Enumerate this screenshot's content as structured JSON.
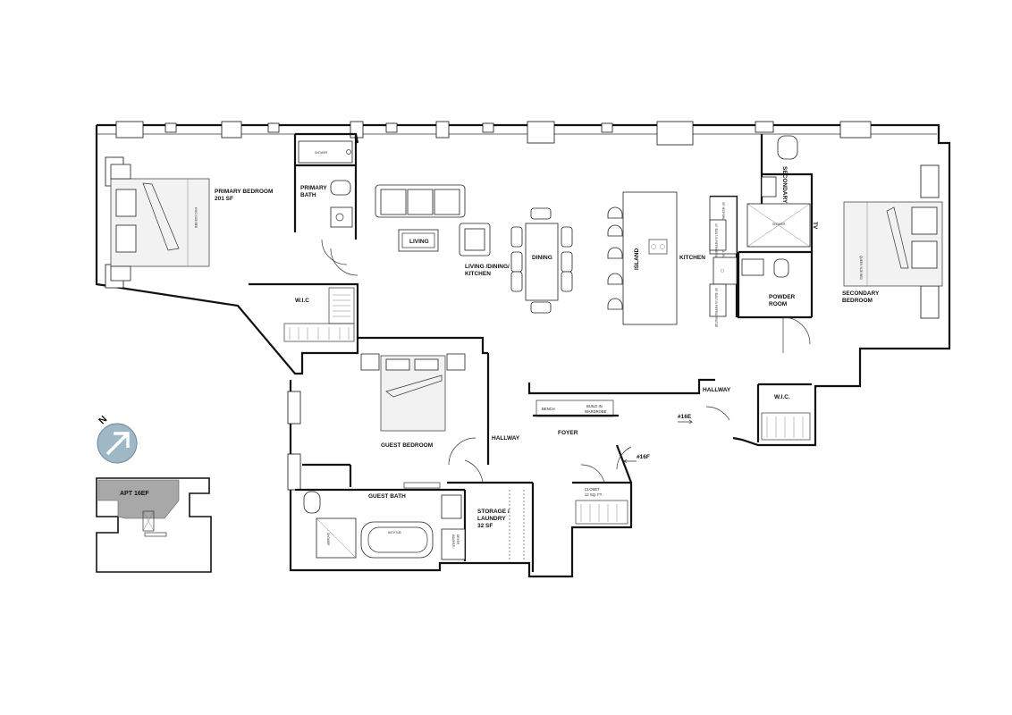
{
  "rooms": {
    "primary_bedroom": "PRIMARY BEDROOM",
    "primary_bedroom_area": "201 SF",
    "primary_bath_1": "PRIMARY",
    "primary_bath_2": "BATH",
    "primary_shower": "SHOWER",
    "wic_left": "W.I.C",
    "living": "LIVING",
    "living_dining_1": "LIVING /DINING/",
    "living_dining_2": "KITCHEN",
    "dining": "DINING",
    "island": "ISLAND",
    "kitchen": "KITCHEN",
    "secondary_bath": "SECONDARY BATH",
    "secondary_shower": "SHOWER",
    "tv": "TV",
    "powder_room_1": "POWDER",
    "powder_room_2": "ROOM",
    "secondary_bedroom_1": "SECONDARY",
    "secondary_bedroom_2": "BEDROOM",
    "hallway_right": "HALLWAY",
    "wic_right": "W.I.C.",
    "entry_16e": "#16E",
    "entry_16f": "#16F",
    "guest_bedroom": "GUEST BEDROOM",
    "hallway_center": "HALLWAY",
    "foyer": "FOYER",
    "bench": "BENCH",
    "wardrobe_1": "BUILD IN",
    "wardrobe_2": "WARDROBE",
    "closet_1": "CLOSET",
    "closet_2": "12 SQ. FT.",
    "guest_bath": "GUEST BATH",
    "bathtub": "BATHTUB",
    "guest_shower": "SHOWER",
    "storage_1": "STORAGE /",
    "storage_2": "LAUNDRY",
    "storage_3": "32 SF",
    "washer_1": "WASHER /",
    "washer_2": "DRYER",
    "bed_king": "KING SIZE BED",
    "bed_queen": "QUEEN SIZE BED"
  },
  "appliances": {
    "microwave": "30\" MICROWAVE DRAWER AND WALL OVEN",
    "fridge_24": "24\" BUILT-IN REFRIGERATOR",
    "fridge_30": "30\" BUILT-IN REFRIGERATOR"
  },
  "compass": {
    "north": "N"
  },
  "keyplan": {
    "unit_label": "APT 16EF"
  },
  "colors": {
    "wall": "#111111",
    "compass_fill": "#9fb8c6",
    "keyplan_highlight": "#a8a8a8"
  }
}
